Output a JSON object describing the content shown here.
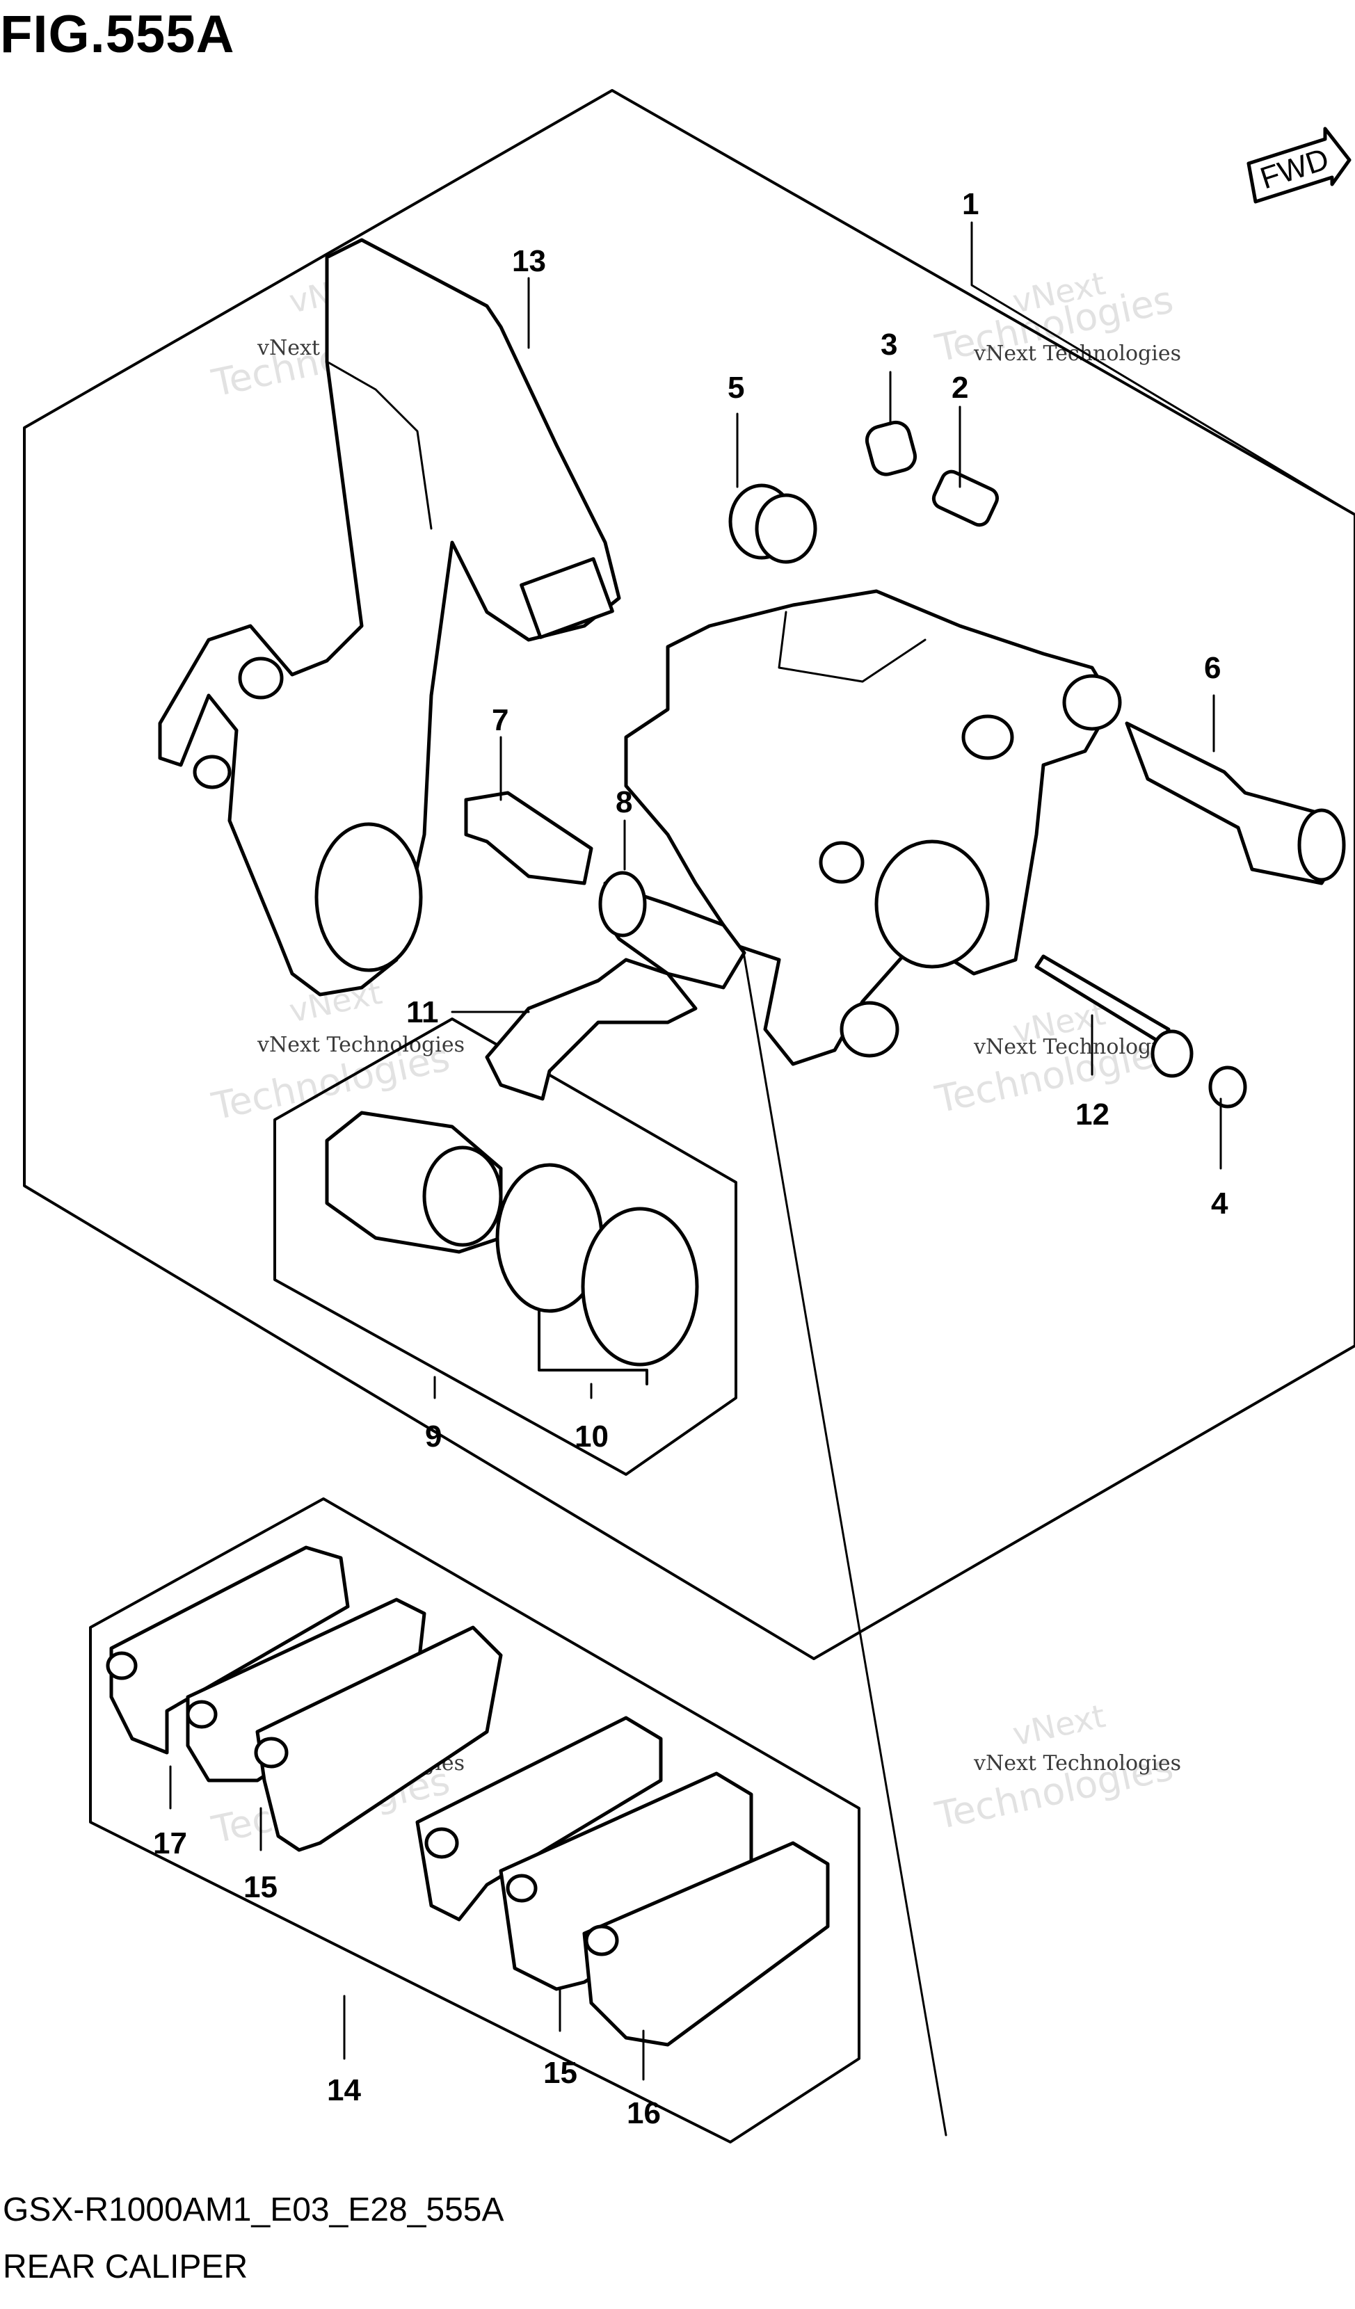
{
  "figure": {
    "title": "FIG.555A",
    "model_code": "GSX-R1000AM1_E03_E28_555A",
    "name": "REAR CALIPER",
    "fwd_label": "FWD"
  },
  "callouts": [
    "1",
    "2",
    "3",
    "4",
    "5",
    "6",
    "7",
    "8",
    "9",
    "10",
    "11",
    "12",
    "13",
    "14",
    "15",
    "15",
    "16",
    "17"
  ],
  "watermark": {
    "brand_line": "vNext Technologies",
    "small_top": "vNext",
    "large": "Technologies"
  }
}
